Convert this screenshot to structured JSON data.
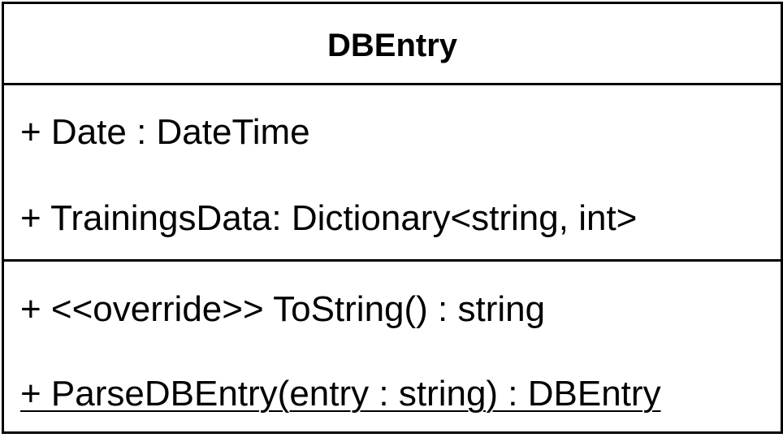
{
  "class": {
    "name": "DBEntry",
    "attributes": [
      "+ Date : DateTime",
      "+ TrainingsData: Dictionary<string, int>"
    ],
    "operations": [
      "+ <<override>> ToString() : string",
      "+ ParseDBEntry(entry : string) : DBEntry"
    ]
  },
  "colors": {
    "stroke": "#000000",
    "fill": "#ffffff",
    "text": "#000000"
  }
}
